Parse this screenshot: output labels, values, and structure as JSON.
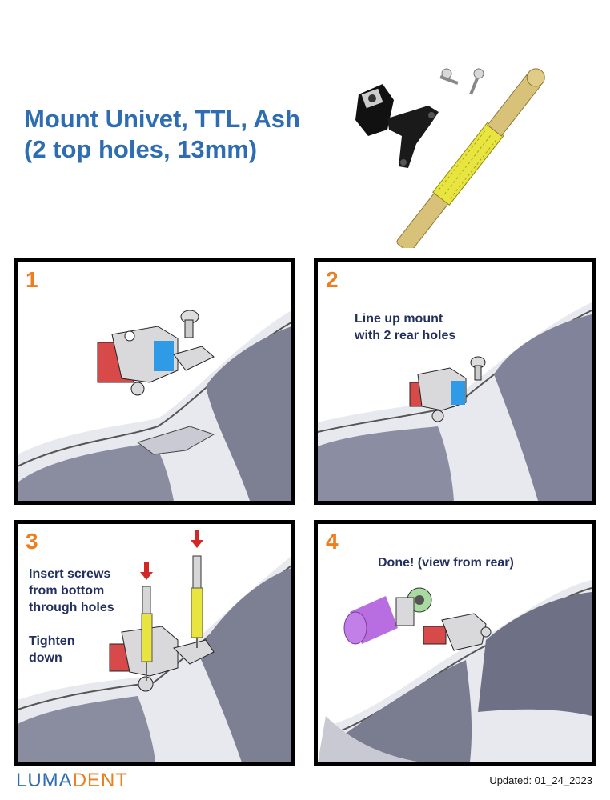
{
  "title": {
    "line1": "Mount Univet, TTL, Ash",
    "line2": "(2 top holes, 13mm)"
  },
  "steps": [
    {
      "number": "1",
      "caption": []
    },
    {
      "number": "2",
      "caption": [
        "Line up mount",
        "with 2 rear holes"
      ]
    },
    {
      "number": "3",
      "caption": [
        "Insert screws",
        "from bottom",
        "through holes",
        "",
        "Tighten",
        "down"
      ]
    },
    {
      "number": "4",
      "caption": [
        "Done! (view from rear)"
      ]
    }
  ],
  "logo": {
    "part1": "LUMA",
    "part2": "DENT"
  },
  "updated": "Updated: 01_24_2023",
  "colors": {
    "title": "#2f6db3",
    "step_number": "#ee7d1e",
    "caption": "#23305f"
  }
}
